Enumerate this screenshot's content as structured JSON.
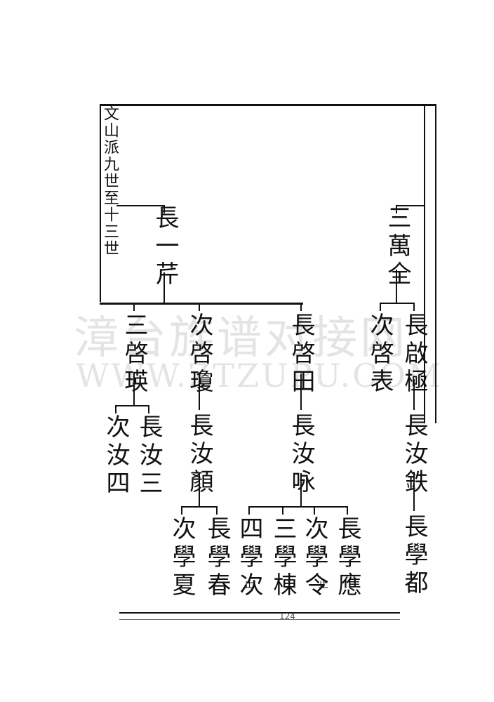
{
  "section_title": "文山派九世至十三世",
  "watermark": {
    "cn": "漳台族谱对接网",
    "en": "WWW.ZTZUPU.COM"
  },
  "page_number": "124",
  "tree": {
    "gen9": [
      {
        "id": "n1",
        "name": "長一芹"
      },
      {
        "id": "n2",
        "name": "三萬全"
      }
    ],
    "gen10": [
      {
        "id": "n3",
        "name": "三啓瑛"
      },
      {
        "id": "n4",
        "name": "次啓瓊"
      },
      {
        "id": "n5",
        "name": "長啓田"
      },
      {
        "id": "n6",
        "name": "次啓表"
      },
      {
        "id": "n7",
        "name": "長啟極"
      }
    ],
    "gen11": [
      {
        "id": "n8",
        "name": "次汝四"
      },
      {
        "id": "n9",
        "name": "長汝三"
      },
      {
        "id": "n10",
        "name": "長汝顏"
      },
      {
        "id": "n11",
        "name": "長汝咏"
      },
      {
        "id": "n12",
        "name": "長汝鉄"
      }
    ],
    "gen12": [
      {
        "id": "n13",
        "name": "次學夏"
      },
      {
        "id": "n14",
        "name": "長學春"
      },
      {
        "id": "n15",
        "name": "四學次",
        "note": "止"
      },
      {
        "id": "n16",
        "name": "三學棟"
      },
      {
        "id": "n17",
        "name": "次學令",
        "note": "止"
      },
      {
        "id": "n18",
        "name": "長學應"
      },
      {
        "id": "n19",
        "name": "長學都"
      }
    ]
  }
}
